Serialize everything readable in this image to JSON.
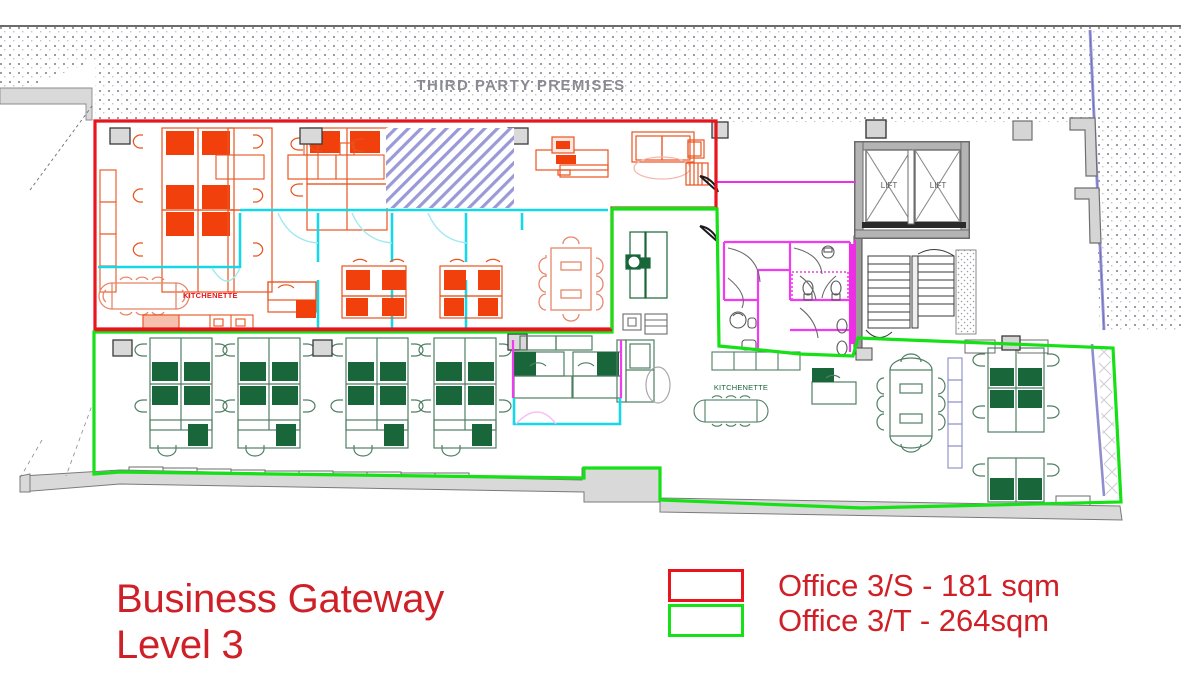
{
  "document": {
    "kind": "architectural-floor-plan",
    "title_line_1": "Business Gateway",
    "title_line_2": "Level 3"
  },
  "annotations": {
    "third_party_premises": "THIRD PARTY PREMISES",
    "kitchenette_red": "KITCHENETTE",
    "kitchenette_green": "KITCHENETTE",
    "lift_left": "LIFT",
    "lift_right": "LIFT"
  },
  "legend": {
    "items": [
      {
        "label": "Office 3/S - 181 sqm",
        "color": "#e8151d",
        "swatch": "red-outline"
      },
      {
        "label": "Office 3/T - 264sqm",
        "color": "#16e016",
        "swatch": "green-outline"
      }
    ]
  },
  "colors": {
    "office_s_boundary": "#e8151d",
    "office_t_boundary": "#16e016",
    "title_text": "#cf2027",
    "furniture_red": "#e8541f",
    "furniture_green": "#19663a",
    "partition_cyan": "#16d7e8",
    "partition_magenta": "#f03cf0",
    "wall_gray": "#d9d9d9",
    "hatch_blue": "#8f8fd0",
    "annotation_gray": "#8a8a93"
  },
  "areas": {
    "office_s_sqm": 181,
    "office_t_sqm": 264
  }
}
